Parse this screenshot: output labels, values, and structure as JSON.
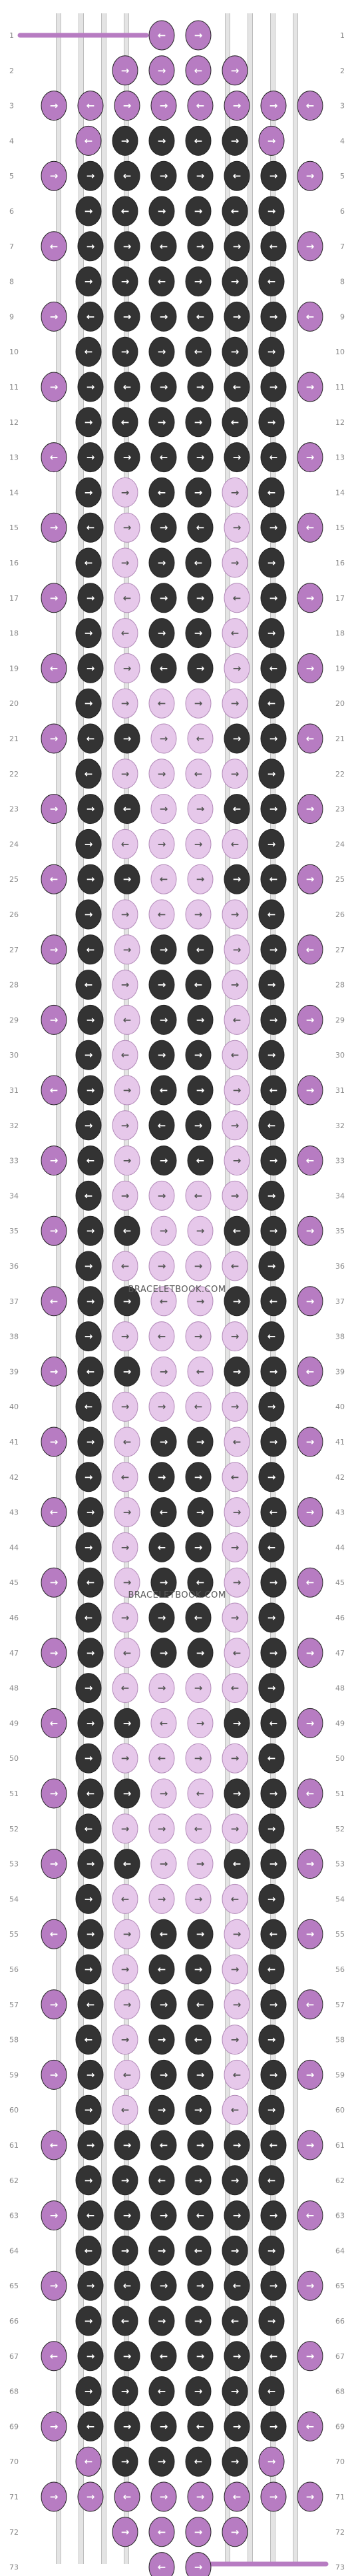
{
  "pattern": {
    "rows": 73,
    "row_labels": [
      "1",
      "2",
      "3",
      "4",
      "5",
      "6",
      "7",
      "8",
      "9",
      "10",
      "11",
      "12",
      "13",
      "14",
      "15",
      "16",
      "17",
      "18",
      "19",
      "20",
      "21",
      "22",
      "23",
      "24",
      "25",
      "26",
      "27",
      "28",
      "29",
      "30",
      "31",
      "32",
      "33",
      "34",
      "35",
      "36",
      "37",
      "38",
      "39",
      "40",
      "41",
      "42",
      "43",
      "44",
      "45",
      "46",
      "47",
      "48",
      "49",
      "50",
      "51",
      "52",
      "53",
      "54",
      "55",
      "56",
      "57",
      "58",
      "59",
      "60",
      "61",
      "62",
      "63",
      "64",
      "65",
      "66",
      "67",
      "68",
      "69",
      "70",
      "71",
      "72",
      "73"
    ],
    "watermarks": [
      "BRACELETBOOK.COM",
      "BRACELETBOOK.COM"
    ],
    "strings": 8,
    "colors": {
      "A": "#b77cc2",
      "B": "#333333",
      "C": "#e6c8ea",
      "thread": "#e4e4e4",
      "thread_edge": "#bdbdbd"
    },
    "arrow_glyphs": {
      "f": "→",
      "b": "←",
      "fb": "↘",
      "bf": "↙"
    }
  }
}
